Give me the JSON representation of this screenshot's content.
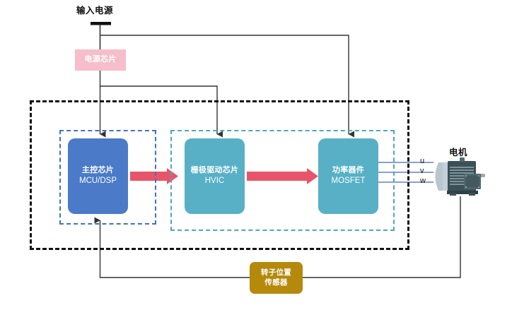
{
  "diagram": {
    "title_label": "输入电源",
    "blocks": {
      "power_chip": {
        "label": "电源芯片",
        "color": "#f6bdcb"
      },
      "mcu": {
        "cn": "主控芯片",
        "en": "MCU/DSP",
        "color": "#4a7ac8"
      },
      "hvic": {
        "cn": "栅极驱动芯片",
        "en": "HVIC",
        "color": "#57b0c6"
      },
      "mosfet": {
        "cn": "功率器件",
        "en": "MOSFET",
        "color": "#57b0c6"
      },
      "rotor_sensor": {
        "line1": "转子位置",
        "line2": "传感器",
        "color": "#b5890c"
      }
    },
    "motor": {
      "label": "电机"
    },
    "phases": [
      {
        "name": "u"
      },
      {
        "name": "v"
      },
      {
        "name": "w"
      }
    ],
    "enclosures": {
      "outer": {
        "color": "#111111",
        "style": "dashed"
      },
      "mcu_group": {
        "color": "#3f72c4",
        "style": "dashed"
      },
      "drive_group": {
        "color": "#4aa8bf",
        "style": "dashed"
      }
    },
    "signal_arrow_color": "#e8556a",
    "wire_color": "#333333",
    "phase_wire_color": "#4466bb"
  }
}
